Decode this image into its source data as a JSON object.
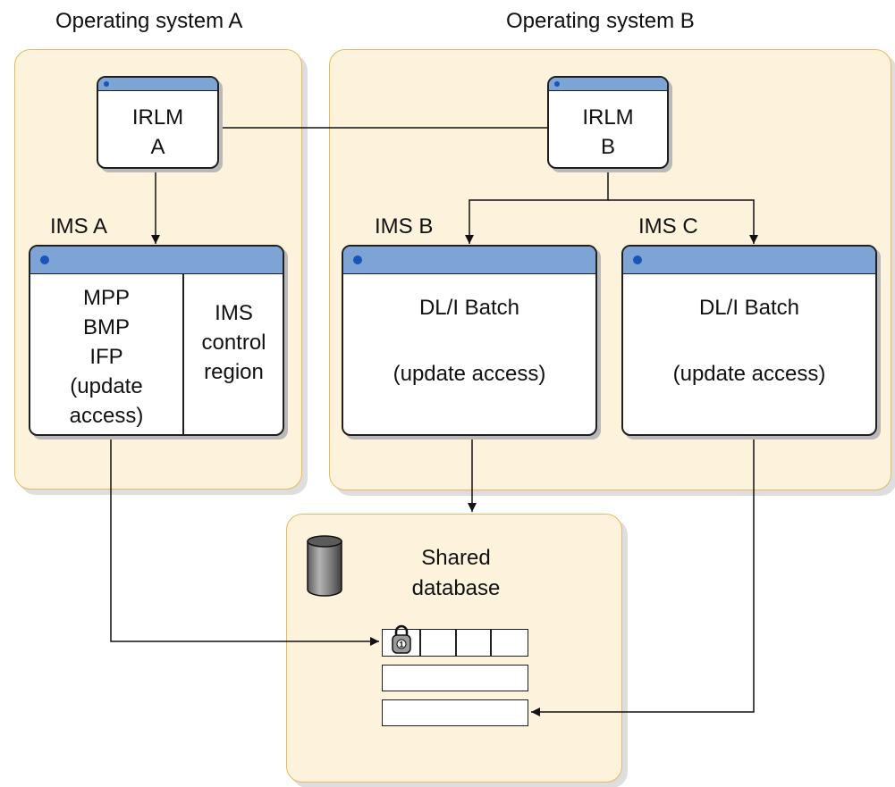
{
  "os_a": {
    "label": "Operating system A",
    "irlm": {
      "line1": "IRLM",
      "line2": "A"
    },
    "ims": {
      "label": "IMS A",
      "left_lines": [
        "MPP",
        "BMP",
        "IFP",
        "(update",
        "access)"
      ],
      "right_lines": [
        "IMS",
        "control",
        "region"
      ]
    }
  },
  "os_b": {
    "label": "Operating system B",
    "irlm": {
      "line1": "IRLM",
      "line2": "B"
    },
    "ims_b": {
      "label": "IMS B",
      "line1": "DL/I Batch",
      "line2": "(update access)"
    },
    "ims_c": {
      "label": "IMS C",
      "line1": "DL/I Batch",
      "line2": "(update access)"
    }
  },
  "shared_db": {
    "line1": "Shared",
    "line2": "database",
    "lock_number": "1"
  },
  "colors": {
    "panel_fill": "#fdf3dc",
    "panel_border": "#e8b760",
    "titlebar": "#7ea4d6",
    "titlebar_dot": "#1b54b8"
  },
  "icons": {
    "database": "database-cylinder-icon",
    "lock": "padlock-icon"
  }
}
